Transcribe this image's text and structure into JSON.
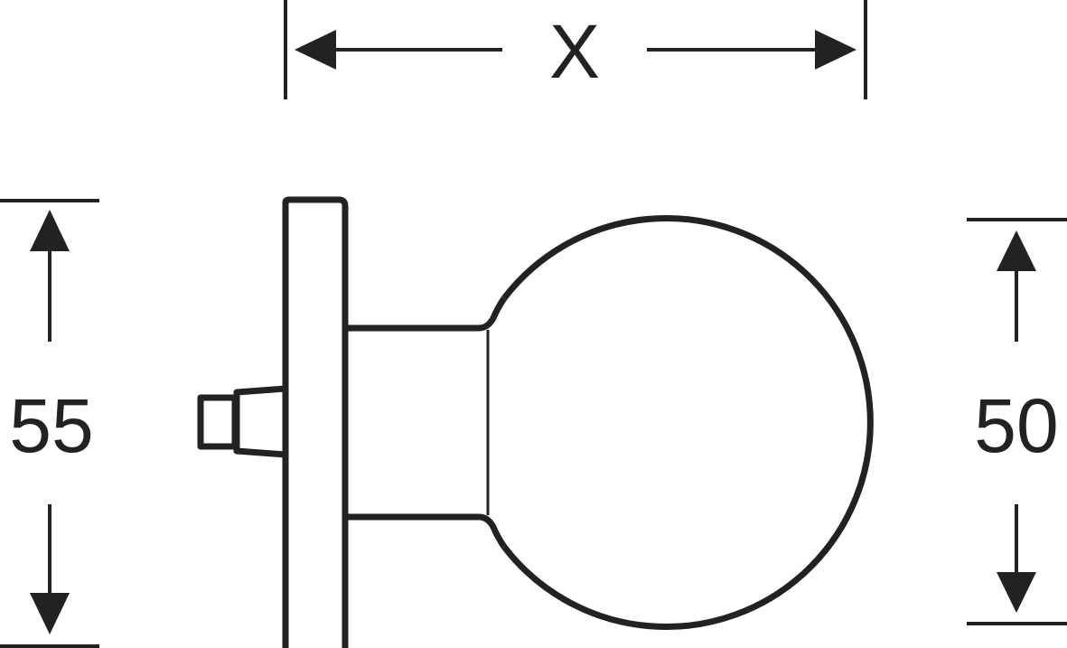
{
  "dimensions": {
    "width_label": "X",
    "rose_height": "55",
    "knob_diameter": "50"
  },
  "colors": {
    "line": "#222222",
    "background": "#ffffff"
  }
}
